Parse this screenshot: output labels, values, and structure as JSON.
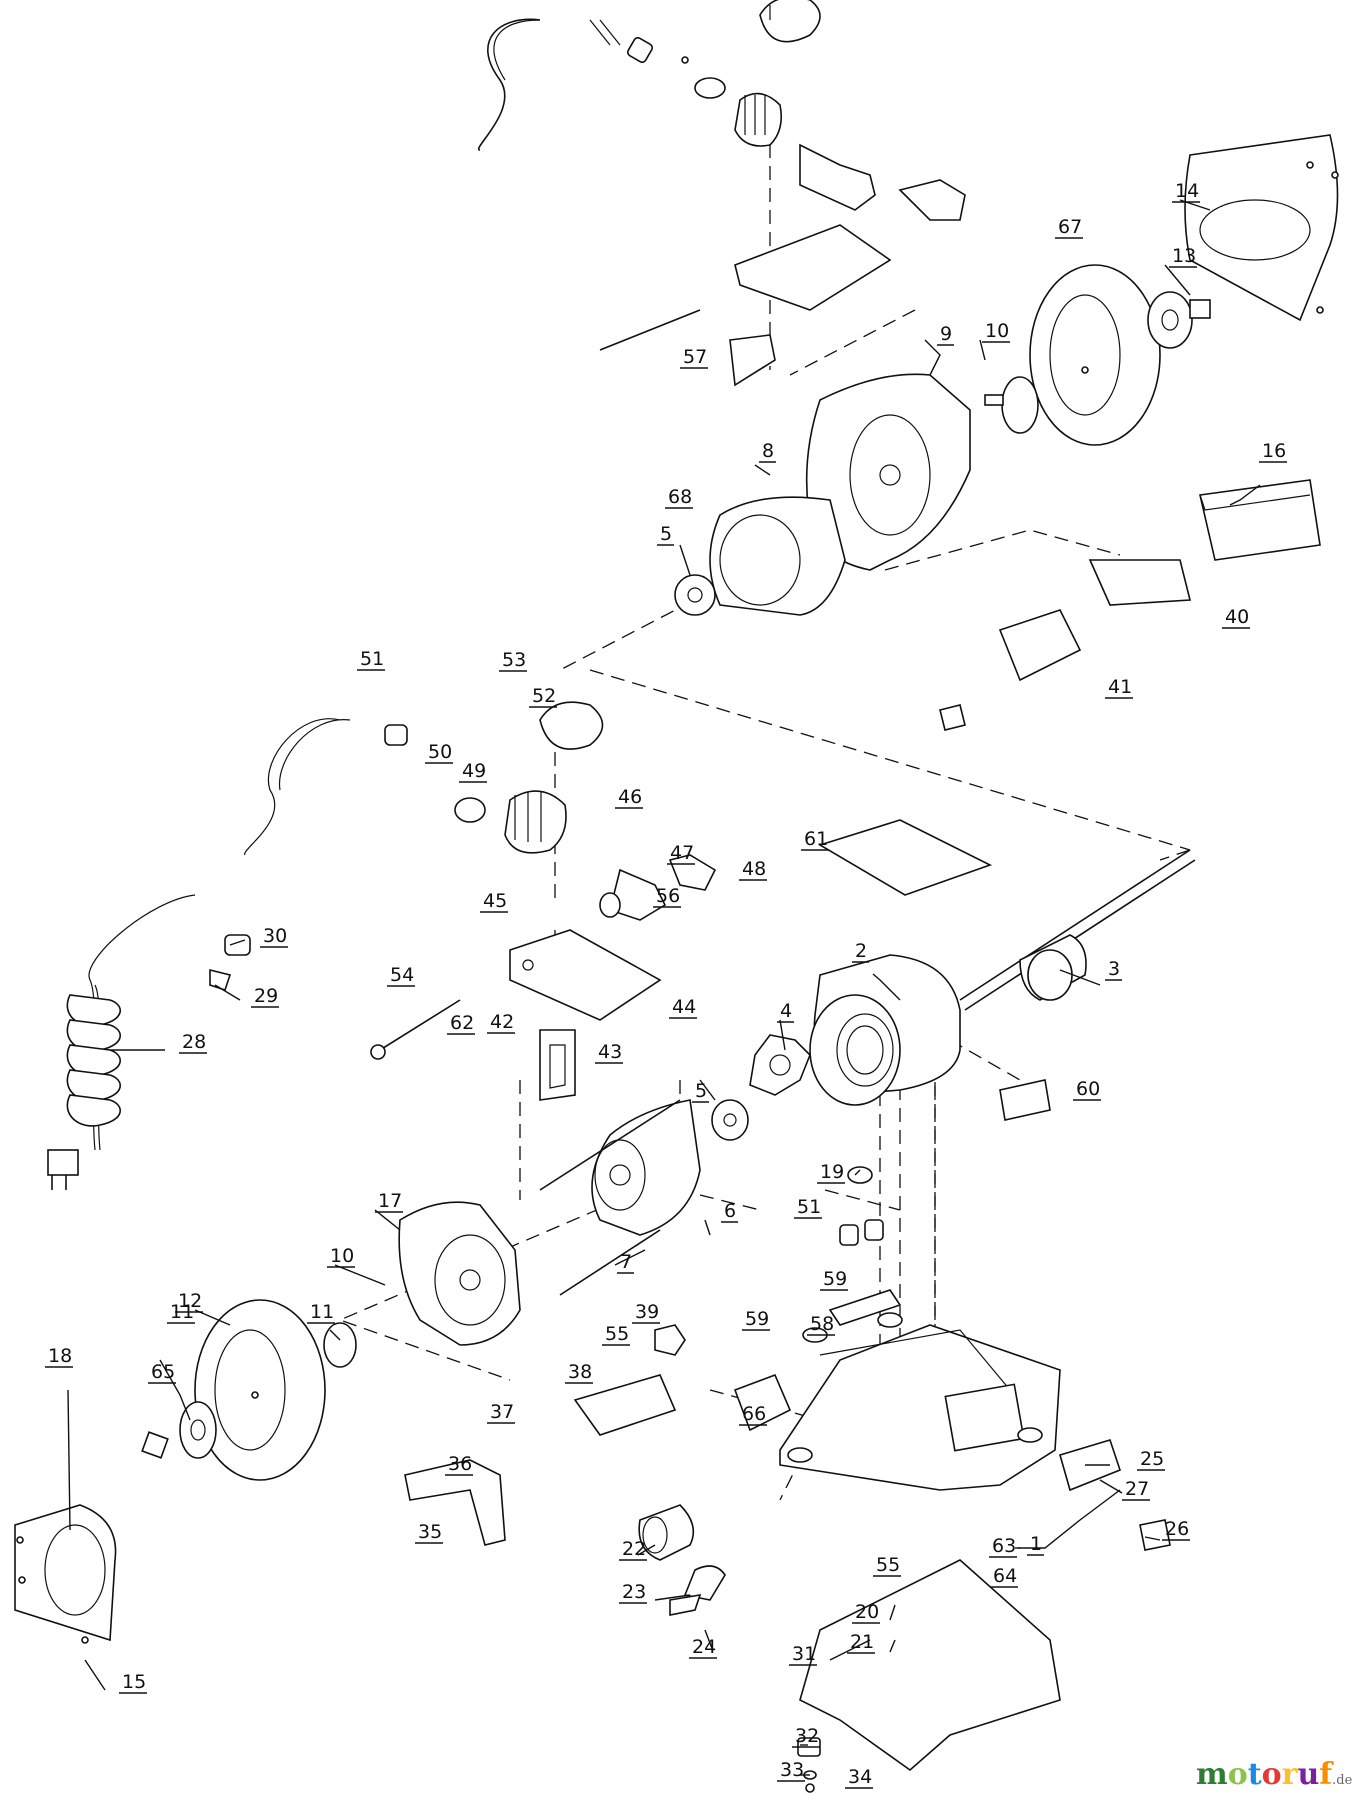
{
  "diagram": {
    "labels": [
      "1",
      "2",
      "3",
      "4",
      "5",
      "5",
      "6",
      "7",
      "8",
      "9",
      "10",
      "10",
      "11",
      "11",
      "12",
      "13",
      "14",
      "15",
      "16",
      "17",
      "18",
      "19",
      "20",
      "21",
      "22",
      "23",
      "24",
      "25",
      "26",
      "27",
      "28",
      "29",
      "30",
      "31",
      "32",
      "33",
      "34",
      "35",
      "36",
      "37",
      "38",
      "39",
      "40",
      "41",
      "42",
      "43",
      "44",
      "45",
      "46",
      "47",
      "48",
      "49",
      "50",
      "51",
      "51",
      "52",
      "53",
      "54",
      "55",
      "55",
      "56",
      "57",
      "58",
      "59",
      "59",
      "60",
      "61",
      "62",
      "63",
      "64",
      "65",
      "66",
      "67",
      "68"
    ]
  },
  "watermark": {
    "letters": [
      "m",
      "o",
      "t",
      "o",
      "r",
      "u",
      "f"
    ],
    "colors": [
      "#2e7d32",
      "#8bc34a",
      "#1e88e5",
      "#e53935",
      "#fbc02d",
      "#7b1fa2",
      "#fb8c00"
    ],
    "tld": ".de"
  }
}
